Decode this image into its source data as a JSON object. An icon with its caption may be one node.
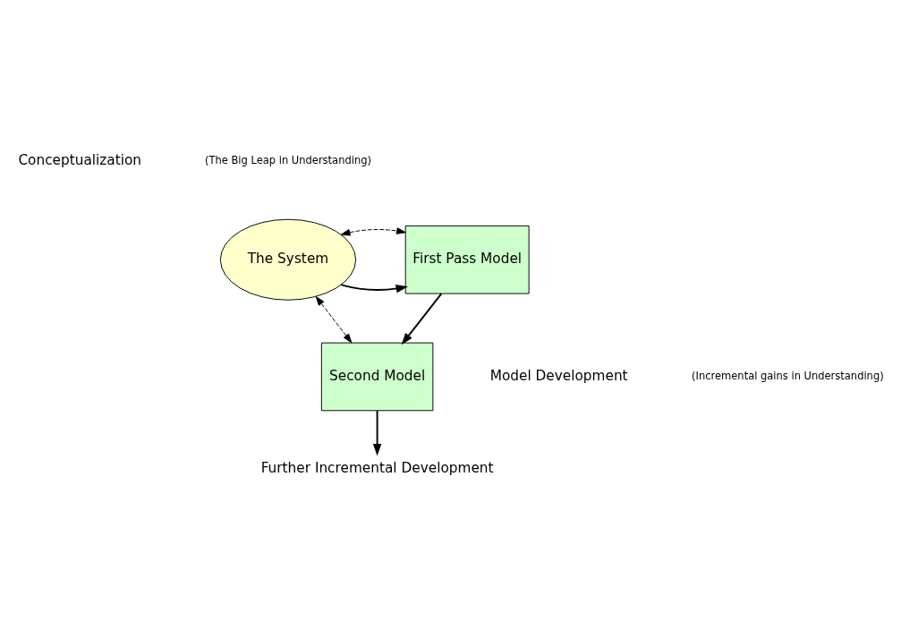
{
  "diagram": {
    "nodes": [
      {
        "text": [
          "The System"
        ]
      },
      {
        "text": [
          "First Pass Model"
        ]
      },
      {
        "text": [
          "Second Model"
        ]
      },
      {
        "text": [
          "Further Incremental Development"
        ]
      }
    ],
    "edges": [
      {
        "from": 0,
        "to": 1,
        "arrow": "to"
      },
      {
        "from": 0,
        "to": 1,
        "arrow": "both",
        "style": "dashed"
      },
      {
        "from": 1,
        "to": 2,
        "arrow": "to"
      },
      {
        "from": 0,
        "to": 2,
        "arrow": "both",
        "style": "dashed"
      },
      {
        "from": 2,
        "to": 3,
        "arrow": "to"
      }
    ],
    "labels": [
      "Conceptualization",
      "(The Big Leap in Understanding)",
      "Model Development",
      "(Incremental gains in Understanding)"
    ]
  }
}
